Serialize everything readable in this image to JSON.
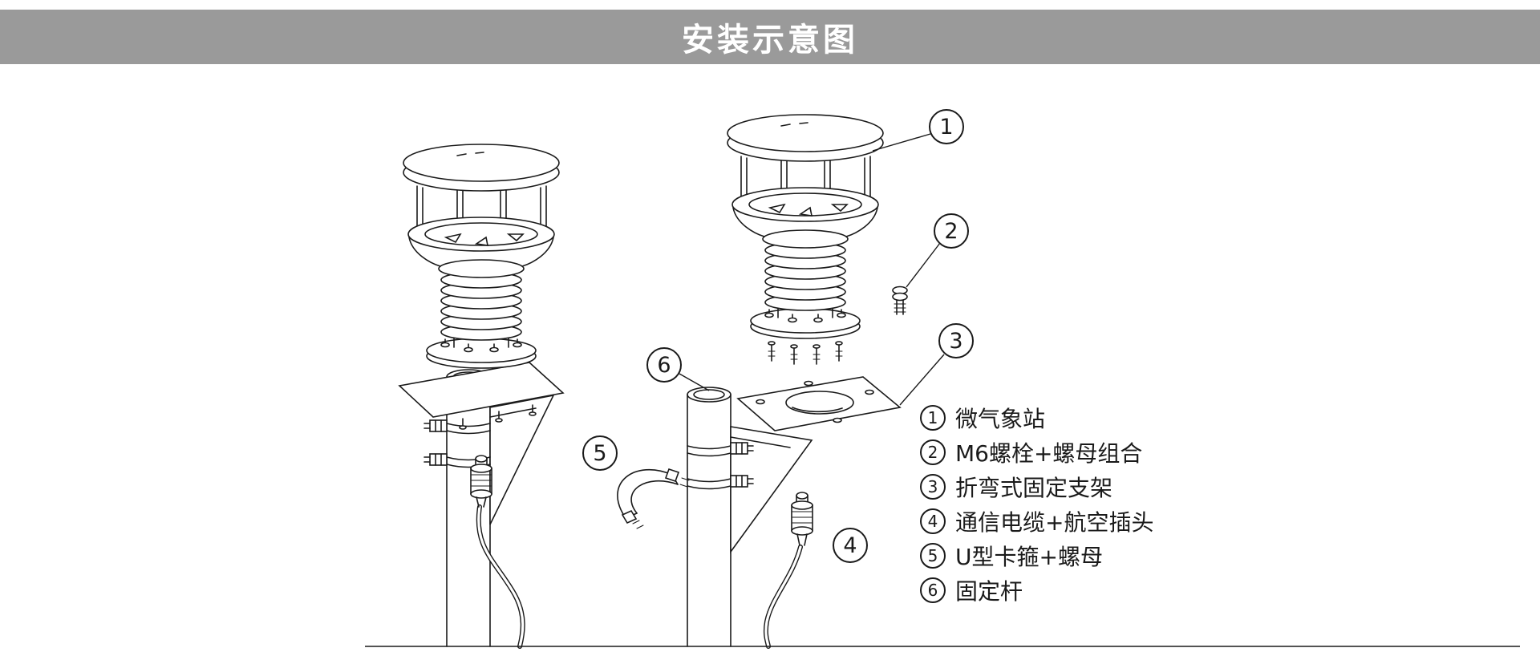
{
  "header": {
    "title": "安装示意图"
  },
  "callouts": [
    "1",
    "2",
    "3",
    "4",
    "5",
    "6"
  ],
  "legend": {
    "items": [
      {
        "num": "1",
        "label": "微气象站"
      },
      {
        "num": "2",
        "label": "M6螺栓+螺母组合"
      },
      {
        "num": "3",
        "label": "折弯式固定支架"
      },
      {
        "num": "4",
        "label": "通信电缆+航空插头"
      },
      {
        "num": "5",
        "label": "U型卡箍+螺母"
      },
      {
        "num": "6",
        "label": "固定杆"
      }
    ]
  },
  "colors": {
    "header_bg": "#9a9a9a",
    "header_text": "#ffffff",
    "line": "#1a1a1a",
    "background": "#ffffff"
  }
}
